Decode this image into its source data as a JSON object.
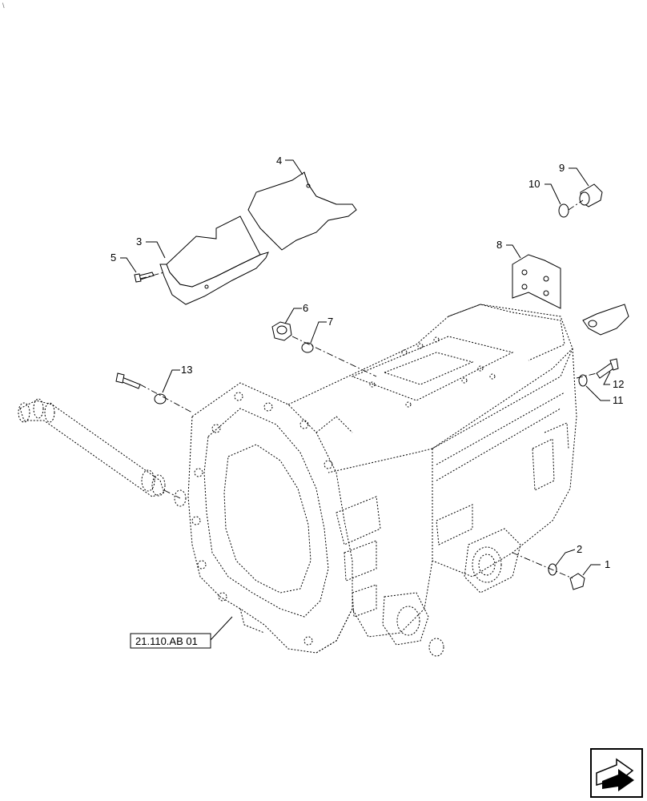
{
  "corner_mark": "\\",
  "callouts": {
    "c1": "1",
    "c2": "2",
    "c3": "3",
    "c4": "4",
    "c5": "5",
    "c6": "6",
    "c7": "7",
    "c8": "8",
    "c9": "9",
    "c10": "10",
    "c11": "11",
    "c12": "12",
    "c13": "13"
  },
  "reference": {
    "label": "21.110.AB 01"
  },
  "nav_icon": "next-page-arrow-icon"
}
